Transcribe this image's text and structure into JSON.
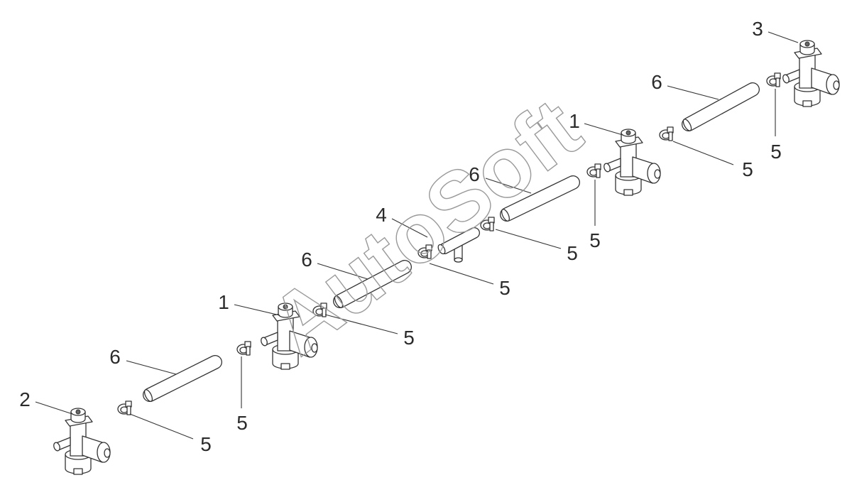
{
  "diagram": {
    "callouts": [
      {
        "label": "3"
      },
      {
        "label": "6"
      },
      {
        "label": "1"
      },
      {
        "label": "5"
      },
      {
        "label": "5"
      },
      {
        "label": "6"
      },
      {
        "label": "5"
      },
      {
        "label": "4"
      },
      {
        "label": "5"
      },
      {
        "label": "6"
      },
      {
        "label": "5"
      },
      {
        "label": "1"
      },
      {
        "label": "5"
      },
      {
        "label": "6"
      },
      {
        "label": "2"
      },
      {
        "label": "5"
      },
      {
        "label": "5"
      }
    ]
  },
  "watermark": "AutoSoft",
  "colors": {
    "line": "#333333",
    "part_fill": "#ffffff",
    "watermark": "#9a9a9a"
  }
}
